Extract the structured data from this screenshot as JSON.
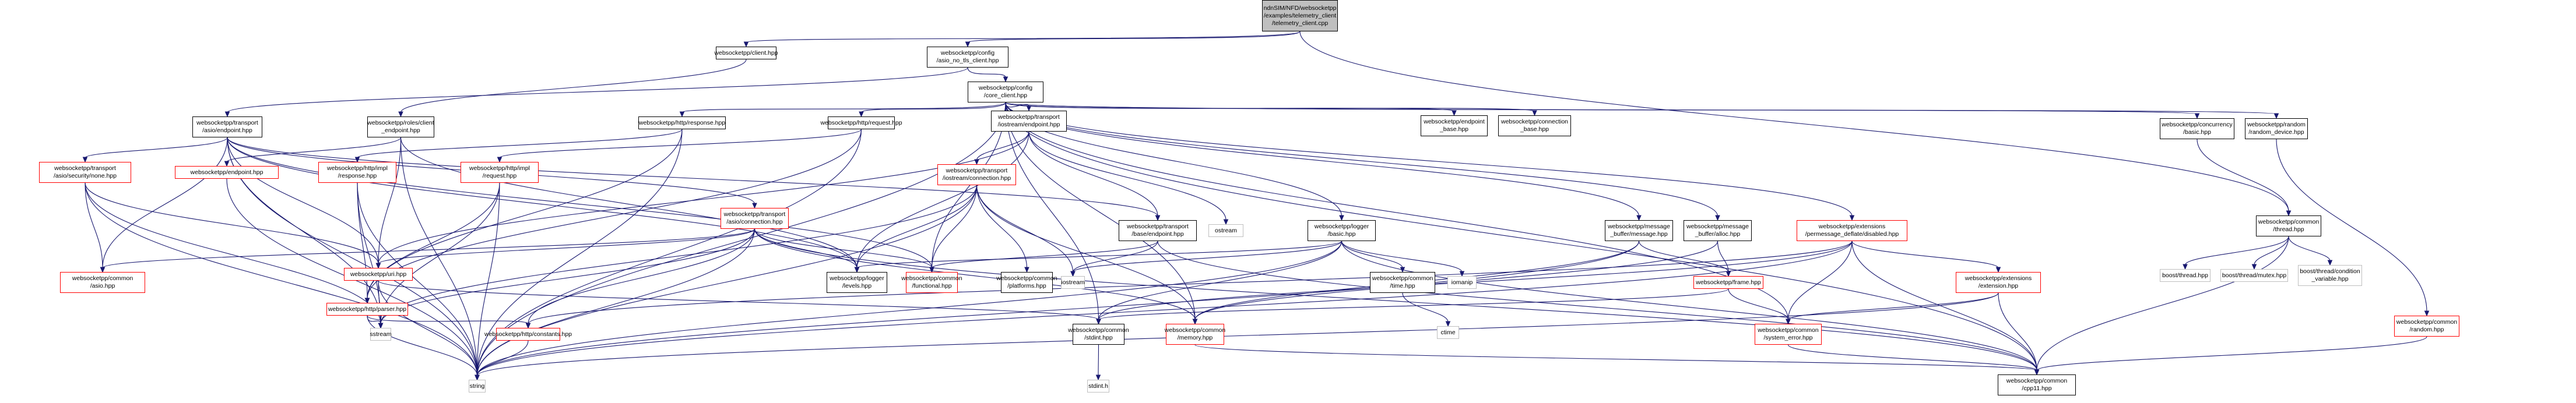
{
  "title": "Include dependency graph for telemetry_client.cpp",
  "legend": {
    "root_fill": "#bfbfbf",
    "normal_border": "#000000",
    "truncated_border": "#ff0000",
    "external_border": "#bfbfbf",
    "edge_color": "#191970"
  },
  "nodes": [
    {
      "id": "root",
      "label": "ndnSIM/NFD/websocketpp\n/examples/telemetry_client\n/telemetry_client.cpp",
      "kind": "root"
    },
    {
      "id": "client_hpp",
      "label": "websocketpp/client.hpp",
      "kind": "normal"
    },
    {
      "id": "asio_no_tls_client",
      "label": "websocketpp/config\n/asio_no_tls_client.hpp",
      "kind": "normal"
    },
    {
      "id": "core_client",
      "label": "websocketpp/config\n/core_client.hpp",
      "kind": "normal"
    },
    {
      "id": "asio_endpoint",
      "label": "websocketpp/transport\n/asio/endpoint.hpp",
      "kind": "normal"
    },
    {
      "id": "client_endpoint",
      "label": "websocketpp/roles/client\n_endpoint.hpp",
      "kind": "normal"
    },
    {
      "id": "http_response",
      "label": "websocketpp/http/response.hpp",
      "kind": "normal"
    },
    {
      "id": "http_request",
      "label": "websocketpp/http/request.hpp",
      "kind": "normal"
    },
    {
      "id": "iostream_endpoint",
      "label": "websocketpp/transport\n/iostream/endpoint.hpp",
      "kind": "normal"
    },
    {
      "id": "endpoint_base",
      "label": "websocketpp/endpoint\n_base.hpp",
      "kind": "normal"
    },
    {
      "id": "connection_base",
      "label": "websocketpp/connection\n_base.hpp",
      "kind": "normal"
    },
    {
      "id": "concurrency_basic",
      "label": "websocketpp/concurrency\n/basic.hpp",
      "kind": "normal"
    },
    {
      "id": "random_device",
      "label": "websocketpp/random\n/random_device.hpp",
      "kind": "normal"
    },
    {
      "id": "security_none",
      "label": "websocketpp/transport\n/asio/security/none.hpp",
      "kind": "truncated"
    },
    {
      "id": "endpoint_hpp",
      "label": "websocketpp/endpoint.hpp",
      "kind": "truncated"
    },
    {
      "id": "impl_response",
      "label": "websocketpp/http/impl\n/response.hpp",
      "kind": "truncated"
    },
    {
      "id": "impl_request",
      "label": "websocketpp/http/impl\n/request.hpp",
      "kind": "truncated"
    },
    {
      "id": "asio_connection",
      "label": "websocketpp/transport\n/asio/connection.hpp",
      "kind": "truncated"
    },
    {
      "id": "iostream_connection",
      "label": "websocketpp/transport\n/iostream/connection.hpp",
      "kind": "truncated"
    },
    {
      "id": "base_endpoint",
      "label": "websocketpp/transport\n/base/endpoint.hpp",
      "kind": "normal"
    },
    {
      "id": "ostream",
      "label": "ostream",
      "kind": "external"
    },
    {
      "id": "logger_basic",
      "label": "websocketpp/logger\n/basic.hpp",
      "kind": "normal"
    },
    {
      "id": "msg_message",
      "label": "websocketpp/message\n_buffer/message.hpp",
      "kind": "normal"
    },
    {
      "id": "msg_alloc",
      "label": "websocketpp/message\n_buffer/alloc.hpp",
      "kind": "normal"
    },
    {
      "id": "pmd_disabled",
      "label": "websocketpp/extensions\n/permessage_deflate/disabled.hpp",
      "kind": "truncated"
    },
    {
      "id": "common_thread",
      "label": "websocketpp/common\n/thread.hpp",
      "kind": "normal"
    },
    {
      "id": "common_asio",
      "label": "websocketpp/common\n/asio.hpp",
      "kind": "truncated"
    },
    {
      "id": "uri_hpp",
      "label": "websocketpp/uri.hpp",
      "kind": "truncated"
    },
    {
      "id": "http_parser",
      "label": "websocketpp/http/parser.hpp",
      "kind": "truncated"
    },
    {
      "id": "logger_levels",
      "label": "websocketpp/logger\n/levels.hpp",
      "kind": "normal"
    },
    {
      "id": "common_functional",
      "label": "websocketpp/common\n/functional.hpp",
      "kind": "truncated"
    },
    {
      "id": "common_platforms",
      "label": "websocketpp/common\n/platforms.hpp",
      "kind": "normal"
    },
    {
      "id": "iostream",
      "label": "iostream",
      "kind": "external"
    },
    {
      "id": "common_time",
      "label": "websocketpp/common\n/time.hpp",
      "kind": "normal"
    },
    {
      "id": "iomanip",
      "label": "iomanip",
      "kind": "external"
    },
    {
      "id": "frame_hpp",
      "label": "websocketpp/frame.hpp",
      "kind": "truncated"
    },
    {
      "id": "ext_extension",
      "label": "websocketpp/extensions\n/extension.hpp",
      "kind": "truncated"
    },
    {
      "id": "boost_thread",
      "label": "boost/thread.hpp",
      "kind": "external"
    },
    {
      "id": "boost_mutex",
      "label": "boost/thread/mutex.hpp",
      "kind": "external"
    },
    {
      "id": "boost_condvar",
      "label": "boost/thread/condition\n_variable.hpp",
      "kind": "external"
    },
    {
      "id": "sstream",
      "label": "sstream",
      "kind": "external"
    },
    {
      "id": "http_constants",
      "label": "websocketpp/http/constants.hpp",
      "kind": "truncated"
    },
    {
      "id": "common_stdint",
      "label": "websocketpp/common\n/stdint.hpp",
      "kind": "normal"
    },
    {
      "id": "common_memory",
      "label": "websocketpp/common\n/memory.hpp",
      "kind": "truncated"
    },
    {
      "id": "ctime",
      "label": "ctime",
      "kind": "external"
    },
    {
      "id": "system_error",
      "label": "websocketpp/common\n/system_error.hpp",
      "kind": "truncated"
    },
    {
      "id": "common_random",
      "label": "websocketpp/common\n/random.hpp",
      "kind": "truncated"
    },
    {
      "id": "string",
      "label": "string",
      "kind": "external"
    },
    {
      "id": "stdint_h",
      "label": "stdint.h",
      "kind": "external"
    },
    {
      "id": "common_cpp11",
      "label": "websocketpp/common\n/cpp11.hpp",
      "kind": "normal"
    }
  ],
  "edges": [
    [
      "root",
      "client_hpp"
    ],
    [
      "root",
      "asio_no_tls_client"
    ],
    [
      "root",
      "common_thread"
    ],
    [
      "client_hpp",
      "client_endpoint"
    ],
    [
      "asio_no_tls_client",
      "core_client"
    ],
    [
      "asio_no_tls_client",
      "asio_endpoint"
    ],
    [
      "core_client",
      "http_response"
    ],
    [
      "core_client",
      "http_request"
    ],
    [
      "core_client",
      "iostream_endpoint"
    ],
    [
      "core_client",
      "endpoint_base"
    ],
    [
      "core_client",
      "connection_base"
    ],
    [
      "core_client",
      "concurrency_basic"
    ],
    [
      "core_client",
      "random_device"
    ],
    [
      "core_client",
      "logger_basic"
    ],
    [
      "core_client",
      "msg_message"
    ],
    [
      "core_client",
      "msg_alloc"
    ],
    [
      "core_client",
      "pmd_disabled"
    ],
    [
      "core_client",
      "common_stdint"
    ],
    [
      "core_client",
      "common_cpp11"
    ],
    [
      "core_client",
      "common_functional"
    ],
    [
      "core_client",
      "string"
    ],
    [
      "core_client",
      "system_error"
    ],
    [
      "core_client",
      "common_memory"
    ],
    [
      "asio_endpoint",
      "security_none"
    ],
    [
      "asio_endpoint",
      "asio_connection"
    ],
    [
      "asio_endpoint",
      "base_endpoint"
    ],
    [
      "asio_endpoint",
      "uri_hpp"
    ],
    [
      "asio_endpoint",
      "logger_levels"
    ],
    [
      "asio_endpoint",
      "common_functional"
    ],
    [
      "asio_endpoint",
      "sstream"
    ],
    [
      "asio_endpoint",
      "string"
    ],
    [
      "asio_endpoint",
      "common_asio"
    ],
    [
      "client_endpoint",
      "endpoint_hpp"
    ],
    [
      "client_endpoint",
      "uri_hpp"
    ],
    [
      "client_endpoint",
      "logger_levels"
    ],
    [
      "client_endpoint",
      "string"
    ],
    [
      "http_response",
      "impl_response"
    ],
    [
      "http_response",
      "http_parser"
    ],
    [
      "http_response",
      "string"
    ],
    [
      "http_request",
      "impl_request"
    ],
    [
      "http_request",
      "http_parser"
    ],
    [
      "http_request",
      "string"
    ],
    [
      "iostream_endpoint",
      "iostream_connection"
    ],
    [
      "iostream_endpoint",
      "base_endpoint"
    ],
    [
      "iostream_endpoint",
      "ostream"
    ],
    [
      "iostream_endpoint",
      "logger_levels"
    ],
    [
      "iostream_endpoint",
      "uri_hpp"
    ],
    [
      "concurrency_basic",
      "common_thread"
    ],
    [
      "random_device",
      "common_random"
    ],
    [
      "security_none",
      "common_asio"
    ],
    [
      "security_none",
      "uri_hpp"
    ],
    [
      "security_none",
      "sstream"
    ],
    [
      "security_none",
      "string"
    ],
    [
      "endpoint_hpp",
      "string"
    ],
    [
      "impl_response",
      "http_parser"
    ],
    [
      "impl_response",
      "sstream"
    ],
    [
      "impl_response",
      "string"
    ],
    [
      "impl_request",
      "http_parser"
    ],
    [
      "impl_request",
      "sstream"
    ],
    [
      "impl_request",
      "string"
    ],
    [
      "asio_connection",
      "logger_levels"
    ],
    [
      "asio_connection",
      "uri_hpp"
    ],
    [
      "asio_connection",
      "common_functional"
    ],
    [
      "asio_connection",
      "http_constants"
    ],
    [
      "asio_connection",
      "common_memory"
    ],
    [
      "asio_connection",
      "sstream"
    ],
    [
      "asio_connection",
      "string"
    ],
    [
      "asio_connection",
      "common_cpp11"
    ],
    [
      "asio_connection",
      "common_asio"
    ],
    [
      "iostream_connection",
      "logger_levels"
    ],
    [
      "iostream_connection",
      "common_platforms"
    ],
    [
      "iostream_connection",
      "iostream"
    ],
    [
      "iostream_connection",
      "common_functional"
    ],
    [
      "iostream_connection",
      "common_memory"
    ],
    [
      "iostream_connection",
      "sstream"
    ],
    [
      "iostream_connection",
      "string"
    ],
    [
      "base_endpoint",
      "iostream"
    ],
    [
      "base_endpoint",
      "common_functional"
    ],
    [
      "base_endpoint",
      "common_cpp11"
    ],
    [
      "logger_basic",
      "common_time"
    ],
    [
      "logger_basic",
      "iomanip"
    ],
    [
      "logger_basic",
      "iostream"
    ],
    [
      "logger_basic",
      "common_stdint"
    ],
    [
      "logger_basic",
      "logger_levels"
    ],
    [
      "logger_basic",
      "string"
    ],
    [
      "logger_basic",
      "common_cpp11"
    ],
    [
      "msg_message",
      "frame_hpp"
    ],
    [
      "msg_message",
      "common_memory"
    ],
    [
      "msg_message",
      "string"
    ],
    [
      "msg_alloc",
      "frame_hpp"
    ],
    [
      "msg_alloc",
      "common_memory"
    ],
    [
      "pmd_disabled",
      "ext_extension"
    ],
    [
      "pmd_disabled",
      "system_error"
    ],
    [
      "pmd_disabled",
      "common_cpp11"
    ],
    [
      "pmd_disabled",
      "http_constants"
    ],
    [
      "pmd_disabled",
      "common_stdint"
    ],
    [
      "pmd_disabled",
      "string"
    ],
    [
      "common_thread",
      "boost_thread"
    ],
    [
      "common_thread",
      "boost_mutex"
    ],
    [
      "common_thread",
      "boost_condvar"
    ],
    [
      "common_thread",
      "common_cpp11"
    ],
    [
      "uri_hpp",
      "common_stdint"
    ],
    [
      "uri_hpp",
      "sstream"
    ],
    [
      "uri_hpp",
      "string"
    ],
    [
      "http_parser",
      "http_constants"
    ],
    [
      "http_parser",
      "sstream"
    ],
    [
      "http_parser",
      "string"
    ],
    [
      "common_time",
      "ctime"
    ],
    [
      "frame_hpp",
      "system_error"
    ],
    [
      "frame_hpp",
      "common_stdint"
    ],
    [
      "ext_extension",
      "system_error"
    ],
    [
      "ext_extension",
      "common_cpp11"
    ],
    [
      "ext_extension",
      "string"
    ],
    [
      "http_constants",
      "string"
    ],
    [
      "common_stdint",
      "stdint_h"
    ],
    [
      "common_memory",
      "common_cpp11"
    ],
    [
      "system_error",
      "common_cpp11"
    ],
    [
      "common_random",
      "common_cpp11"
    ]
  ]
}
